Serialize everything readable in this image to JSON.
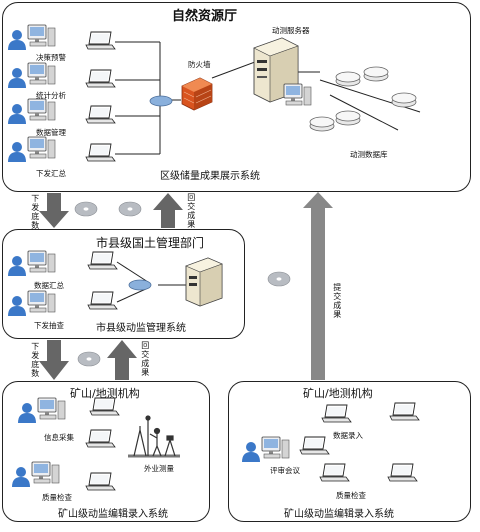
{
  "top": {
    "title": "自然资源厅",
    "system": "区级储量成果展示系统",
    "firewall": "防火墙",
    "server": "动测服务器",
    "database": "动测数据库",
    "roles": [
      "决策预警",
      "统计分析",
      "数据管理",
      "下发汇总"
    ]
  },
  "flow1": {
    "down": "下发底数",
    "up": "回交成果"
  },
  "county": {
    "title": "市县级国土管理部门",
    "system": "市县级动监管理系统",
    "roles": [
      "数据汇总",
      "下发抽查"
    ]
  },
  "flow2": {
    "down": "下发底数",
    "up": "回交成果"
  },
  "submit": "提交成果",
  "mine_left": {
    "title": "矿山/地测机构",
    "system": "矿山级动监编辑录入系统",
    "roles": [
      "信息采集",
      "外业测量",
      "质量检查"
    ]
  },
  "mine_right": {
    "title": "矿山/地测机构",
    "system": "矿山级动监编辑录入系统",
    "roles": [
      "数据录入",
      "评审会议",
      "质量检查"
    ]
  }
}
